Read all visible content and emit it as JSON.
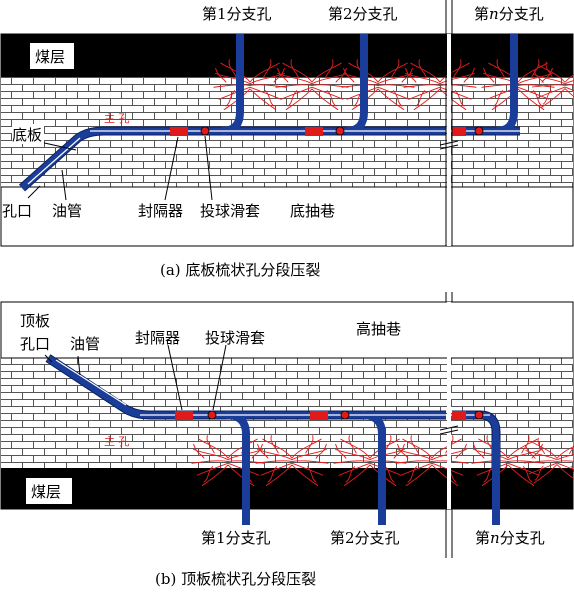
{
  "colors": {
    "coal": "#000000",
    "rock": "#ffffff",
    "brick_line": "#555555",
    "pipe": "#1b3d9a",
    "pipe_edge": "#0a1f5c",
    "packer": "#e01a1a",
    "fracture": "#e21b1b",
    "hole": "#ffffff"
  },
  "panel_a": {
    "labels": {
      "branch1": "第1分支孔",
      "branch2": "第2分支孔",
      "branchn_pre": "第",
      "branchn_n": "n",
      "branchn_post": "分支孔",
      "coal": "煤层",
      "floor": "底板",
      "collar": "孔口",
      "tubing": "油管",
      "packer": "封隔器",
      "ball_sleeve": "投球滑套",
      "roadway": "底抽巷",
      "main_hole": "主  孔"
    },
    "caption": "(a)  底板梳状孔分段压裂"
  },
  "panel_b": {
    "labels": {
      "roof": "顶板",
      "collar": "孔口",
      "tubing": "油管",
      "packer": "封隔器",
      "ball_sleeve": "投球滑套",
      "roadway": "高抽巷",
      "coal": "煤层",
      "branch1": "第1分支孔",
      "branch2": "第2分支孔",
      "branchn_pre": "第",
      "branchn_n": "n",
      "branchn_post": "分支孔",
      "main_hole": "主  孔"
    },
    "caption": "(b)  顶板梳状孔分段压裂"
  }
}
